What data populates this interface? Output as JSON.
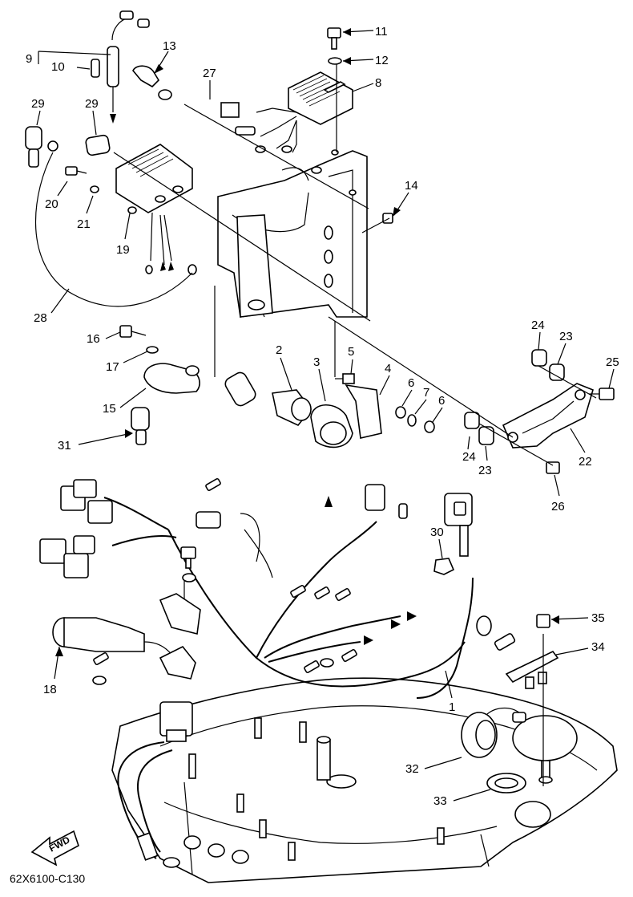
{
  "figure_code": "62X6100-C130",
  "fwd_label": "FWD",
  "callouts": {
    "c1": "1",
    "c2": "2",
    "c3": "3",
    "c4": "4",
    "c5": "5",
    "c6a": "6",
    "c6b": "6",
    "c7": "7",
    "c8": "8",
    "c9": "9",
    "c10": "10",
    "c11": "11",
    "c12": "12",
    "c13": "13",
    "c14": "14",
    "c15": "15",
    "c16": "16",
    "c17": "17",
    "c18": "18",
    "c19": "19",
    "c20": "20",
    "c21": "21",
    "c22": "22",
    "c23a": "23",
    "c23b": "23",
    "c24a": "24",
    "c24b": "24",
    "c25": "25",
    "c26": "26",
    "c27": "27",
    "c28": "28",
    "c29a": "29",
    "c29b": "29",
    "c30": "30",
    "c31": "31",
    "c32": "32",
    "c33": "33",
    "c34": "34",
    "c35": "35"
  }
}
